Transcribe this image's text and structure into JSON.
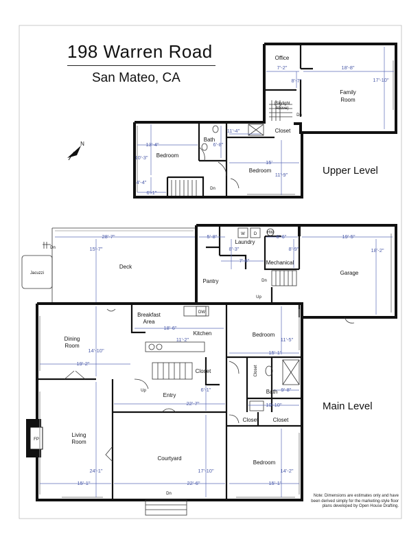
{
  "title": "198 Warren Road",
  "subtitle": "San Mateo, CA",
  "levels": {
    "upper": "Upper Level",
    "main": "Main Level"
  },
  "north": "N",
  "note": "Note: Dimensions are estimates only and have been derived simply for the marketing-style floor plans developed by Open House Drafting.",
  "upper_rooms": {
    "office": "Office",
    "family_room": "Family Room",
    "skylight": "(Skylight Above)",
    "closet": "Closet",
    "bath": "Bath",
    "bedroom_left": "Bedroom",
    "bedroom_right": "Bedroom",
    "dn1": "Dn",
    "dn2": "Dn"
  },
  "upper_dims": {
    "office_w": "7'-2\"",
    "office_d": "8'-7\"",
    "family_w": "18'-8\"",
    "family_d": "17'-10\"",
    "hall_w": "11'-4\"",
    "bath_d": "6'-8\"",
    "bed_left_w": "13'-4\"",
    "bed_left_d": "10'-3\"",
    "alcove_d": "4'-4\"",
    "alcove_w": "6'-1\"",
    "bed_right_w": "15'",
    "bed_right_d": "11'-9\""
  },
  "main_rooms": {
    "jacuzzi": "Jacuzzi",
    "deck": "Deck",
    "pantry": "Pantry",
    "laundry": "Laundry",
    "washer": "W",
    "dryer": "D",
    "water_heater": "HW",
    "mechanical": "Mechanical",
    "garage": "Garage",
    "breakfast": "Breakfast Area",
    "dishwasher": "DW",
    "kitchen": "Kitchen",
    "dining": "Dining Room",
    "closet_kitchen": "Closet",
    "entry": "Entry",
    "up": "Up",
    "up2": "Up",
    "fireplace": "FP",
    "living": "Living Room",
    "courtyard": "Courtyard",
    "bedroom_upper": "Bedroom",
    "closet_vertical": "Closet",
    "bath": "Bath",
    "closet_a": "Closet",
    "closet_b": "Closet",
    "bedroom_lower": "Bedroom",
    "dn_deck": "Dn",
    "dn_stair": "Dn",
    "dn_front": "Dn"
  },
  "main_dims": {
    "deck_w": "28'-7\"",
    "deck_d": "15'-7\"",
    "laundry_w": "5'-8\"",
    "laundry_d": "8'-3\"",
    "pantry_w": "7'-6\"",
    "mech_w": "6'-6\"",
    "mech_d": "8'-9\"",
    "garage_w": "19'-5\"",
    "garage_d": "18'-2\"",
    "breakfast_w": "18'-6\"",
    "kitchen_w": "11'-2\"",
    "dining_d": "14'-10\"",
    "dining_w": "19'-2\"",
    "bed1_d": "11'-5\"",
    "bed1_w": "15'-1\"",
    "bath_w": "9'-8\"",
    "bath_w2": "10'-10\"",
    "entry_d": "6'-1\"",
    "entry_w": "22'-7\"",
    "living_d": "24'-1\"",
    "living_w": "15'-1\"",
    "court_d": "17'-10\"",
    "court_w": "22'-6\"",
    "bed2_d": "14'-2\"",
    "bed2_w": "15'-1\""
  }
}
